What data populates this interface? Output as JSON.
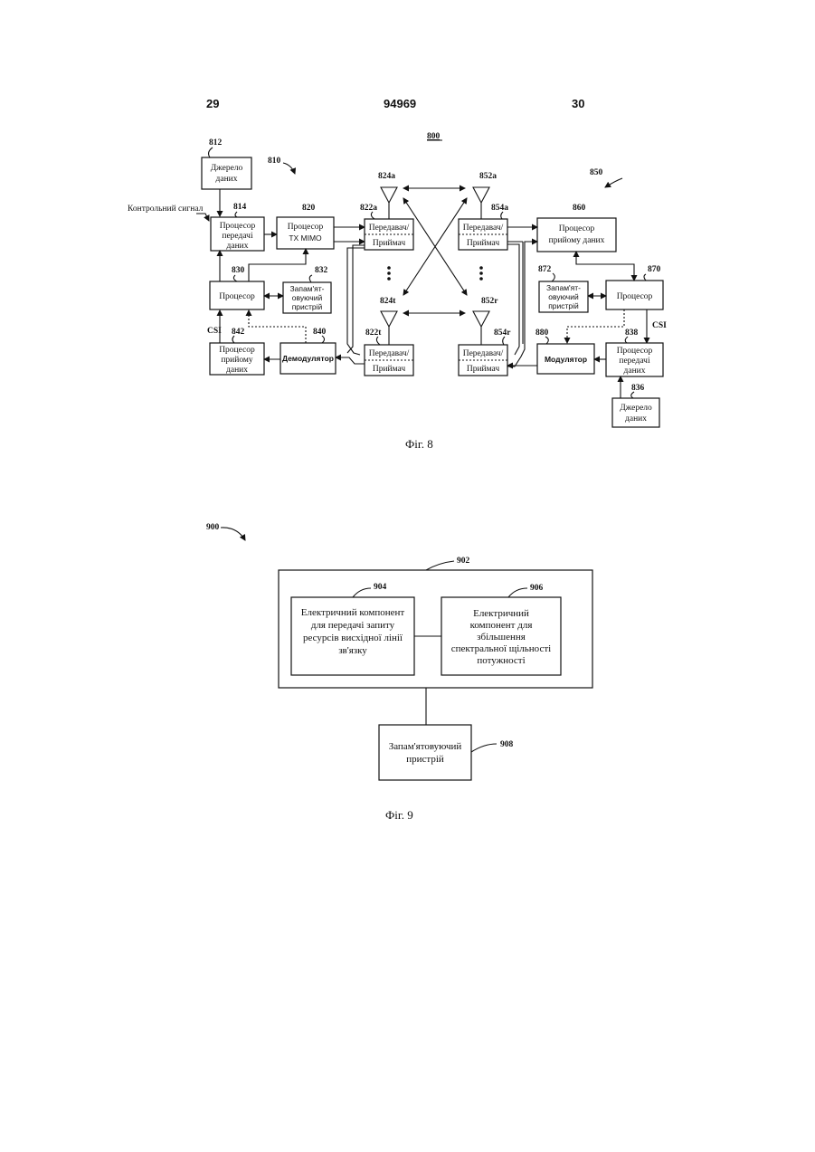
{
  "header": {
    "page_left": "29",
    "patent_number": "94969",
    "page_right": "30"
  },
  "fig8": {
    "caption": "Фіг. 8",
    "refs": {
      "r800": "800",
      "r810": "810",
      "r850": "850",
      "r812": "812",
      "r814": "814",
      "r820": "820",
      "r822a": "822a",
      "r822t": "822t",
      "r824a": "824a",
      "r824t": "824t",
      "r852a": "852a",
      "r852r": "852r",
      "r854a": "854a",
      "r854r": "854r",
      "r830": "830",
      "r832": "832",
      "r842": "842",
      "r840": "840",
      "r860": "860",
      "r870": "870",
      "r872": "872",
      "r880": "880",
      "r838": "838",
      "r836": "836"
    },
    "control_signal": "Контрольний сигнал",
    "data_source_812": [
      "Джерело",
      "даних"
    ],
    "tx_data_proc_814": [
      "Процесор",
      "передачі",
      "даних"
    ],
    "tx_mimo_820": [
      "Процесор",
      "TX MIMO"
    ],
    "xcvr": [
      "Передавач/",
      "Приймач"
    ],
    "processor": "Процесор",
    "memory": [
      "Запам'ят-",
      "овуючий",
      "пристрій"
    ],
    "csi": "CSI",
    "rx_data_proc": [
      "Процесор",
      "прийому",
      "даних"
    ],
    "demodulator": "Демодулятор",
    "rx_data_proc_860": [
      "Процесор",
      "прийому даних"
    ],
    "modulator": "Модулятор",
    "tx_data_proc_838": [
      "Процесор",
      "передачі",
      "даних"
    ],
    "data_source_836": [
      "Джерело",
      "даних"
    ]
  },
  "fig9": {
    "caption": "Фіг. 9",
    "refs": {
      "r900": "900",
      "r902": "902",
      "r904": "904",
      "r906": "906",
      "r908": "908"
    },
    "comp_904": [
      "Електричний компонент",
      "для передачі запиту",
      "ресурсів висхідної лінії",
      "зв'язку"
    ],
    "comp_906": [
      "Електричний",
      "компонент для",
      "збільшення",
      "спектральної щільності",
      "потужності"
    ],
    "memory_908": [
      "Запам'ятовуючий",
      "пристрій"
    ]
  }
}
